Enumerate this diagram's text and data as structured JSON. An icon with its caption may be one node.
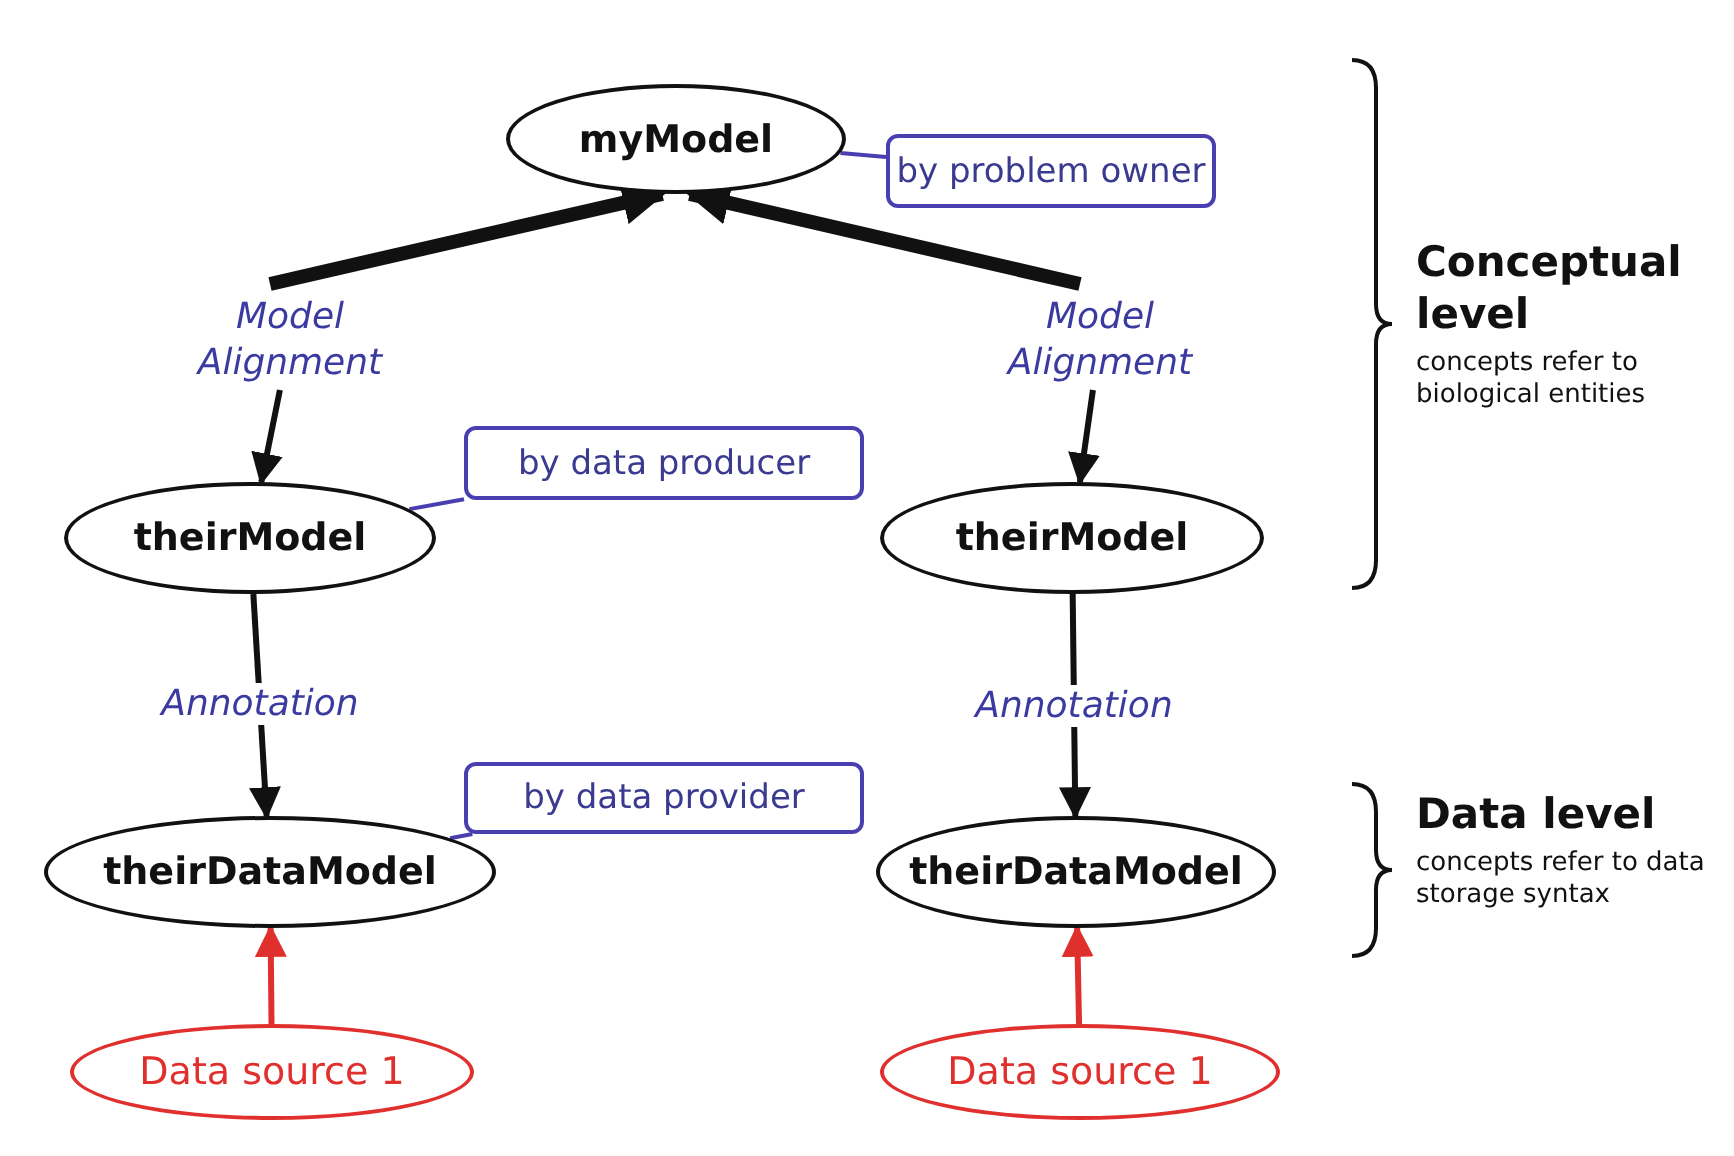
{
  "diagram": {
    "nodes": [
      {
        "text": [
          "myModel"
        ]
      },
      {
        "text": [
          "by problem owner"
        ]
      },
      {
        "text": [
          "Model Alignment"
        ]
      },
      {
        "text": [
          "Model Alignment"
        ]
      },
      {
        "text": [
          "theirModel"
        ]
      },
      {
        "text": [
          "by data producer"
        ]
      },
      {
        "text": [
          "theirModel"
        ]
      },
      {
        "text": [
          "theirDataModel"
        ]
      },
      {
        "text": [
          "by data provider"
        ]
      },
      {
        "text": [
          "theirDataModel"
        ]
      },
      {
        "text": [
          "Data source 1"
        ]
      },
      {
        "text": [
          "Data source 1"
        ]
      }
    ],
    "edges": [
      {
        "from": 2,
        "to": 0,
        "arrow": "to",
        "style": "thick"
      },
      {
        "from": 3,
        "to": 0,
        "arrow": "to",
        "style": "thick"
      },
      {
        "from": 2,
        "to": 4,
        "arrow": "to"
      },
      {
        "from": 3,
        "to": 6,
        "arrow": "to"
      },
      {
        "from": 4,
        "to": 7,
        "arrow": "to",
        "label": "Annotation"
      },
      {
        "from": 6,
        "to": 9,
        "arrow": "to",
        "label": "Annotation"
      },
      {
        "from": 10,
        "to": 7,
        "arrow": "to",
        "color": "#e0302e"
      },
      {
        "from": 11,
        "to": 9,
        "arrow": "to",
        "color": "#e0302e"
      },
      {
        "from": 1,
        "to": 0,
        "arrow": "none",
        "color": "#4a3fb0"
      },
      {
        "from": 5,
        "to": 4,
        "arrow": "none",
        "color": "#4a3fb0"
      },
      {
        "from": 8,
        "to": 7,
        "arrow": "none",
        "color": "#4a3fb0"
      }
    ],
    "labels": [
      "Conceptual level",
      "concepts refer to biological entities",
      "Data level",
      "concepts refer to data storage syntax"
    ]
  }
}
